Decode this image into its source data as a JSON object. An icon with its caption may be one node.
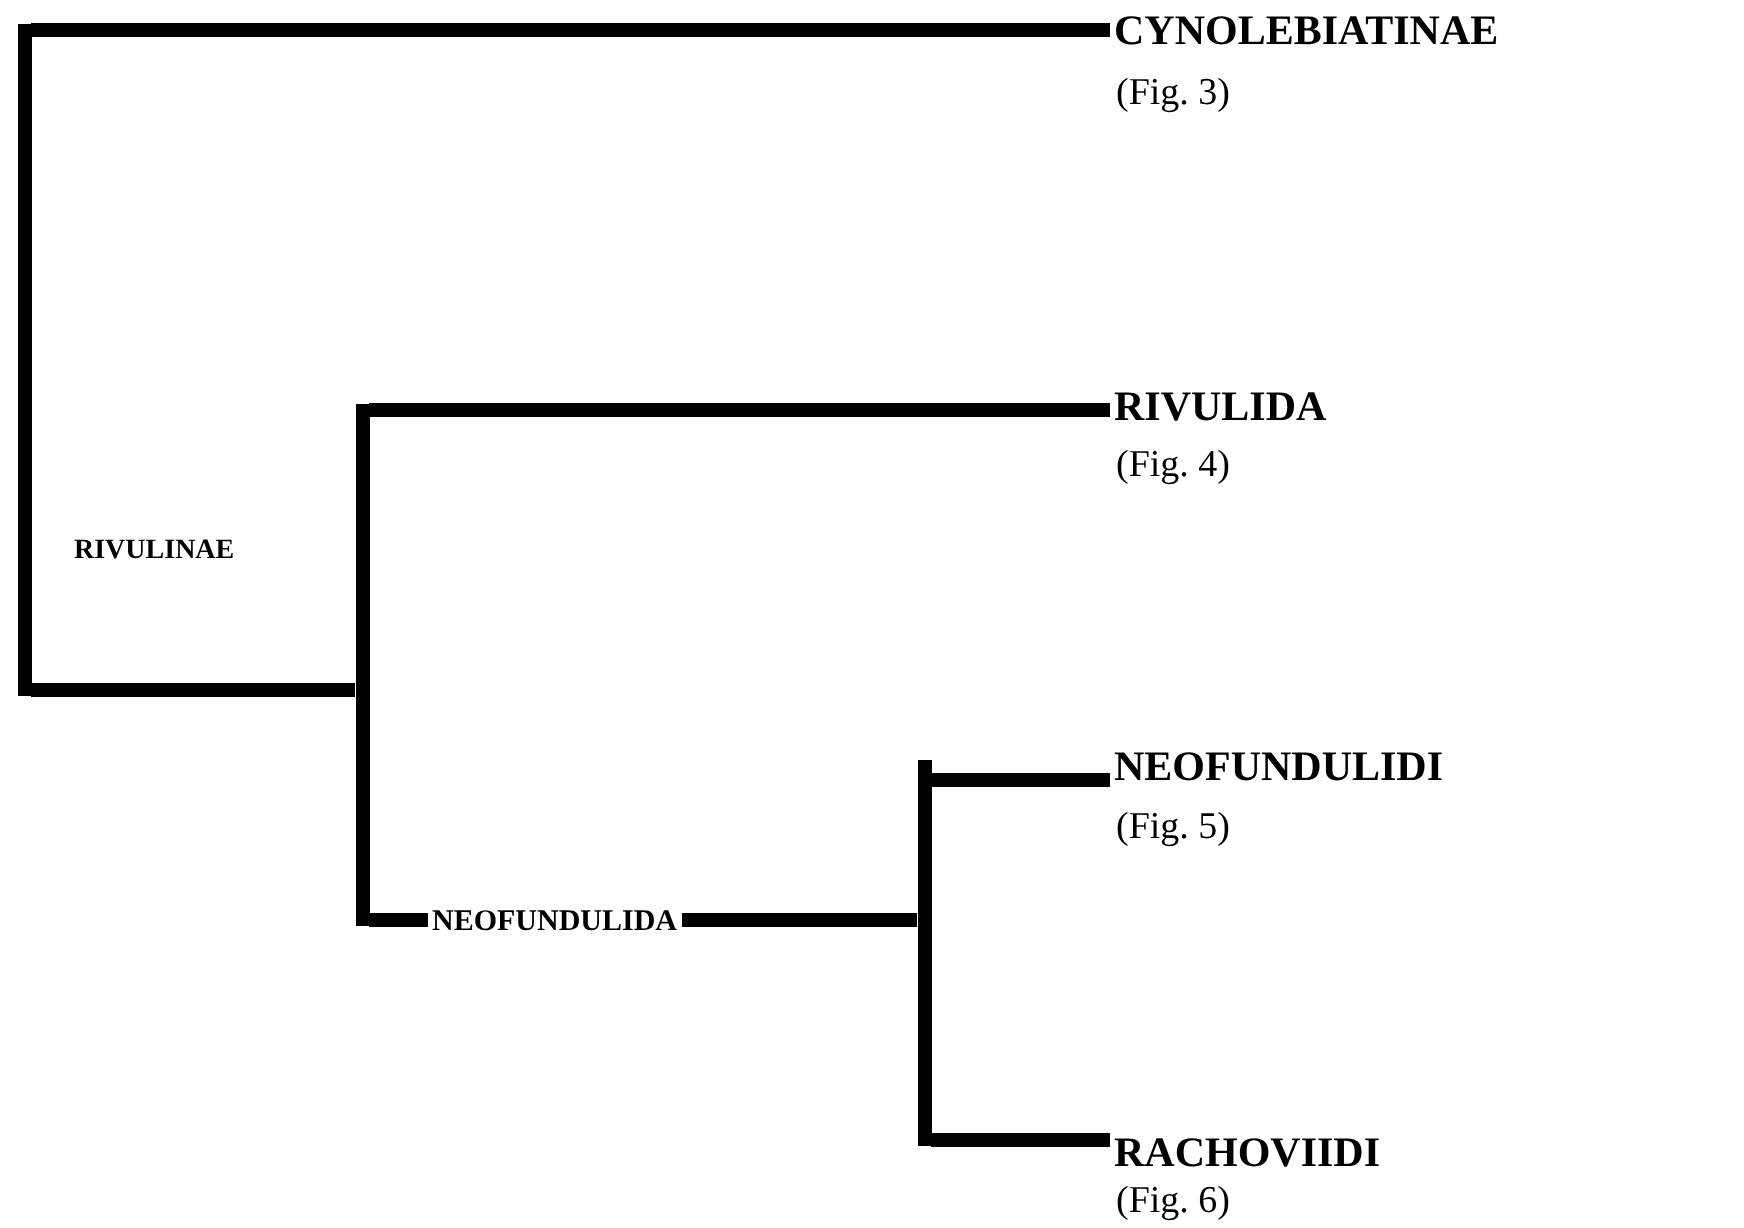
{
  "diagram": {
    "nodes": [
      {
        "text": [
          "CYNOLEBIATINAE"
        ],
        "beside": [
          "(Fig. 3)"
        ]
      },
      {
        "text": [
          "RIVULIDA"
        ],
        "beside": [
          "(Fig. 4)"
        ]
      },
      {
        "text": [
          "NEOFUNDULIDI"
        ],
        "beside": [
          "(Fig. 5)"
        ]
      },
      {
        "text": [
          "RACHOVIIDI"
        ],
        "beside": [
          "(Fig. 6)"
        ]
      },
      {
        "text": [],
        "shape": "bar"
      },
      {
        "text": [],
        "shape": "bar"
      },
      {
        "text": [],
        "shape": "bar"
      }
    ],
    "edges": [
      {
        "from": 4,
        "to": 0,
        "arrow": "none"
      },
      {
        "from": 4,
        "to": 5,
        "arrow": "none",
        "label": "RIVULINAE"
      },
      {
        "from": 5,
        "to": 1,
        "arrow": "none"
      },
      {
        "from": 5,
        "to": 6,
        "arrow": "none",
        "label": "NEOFUNDULIDA"
      },
      {
        "from": 6,
        "to": 2,
        "arrow": "none"
      },
      {
        "from": 6,
        "to": 3,
        "arrow": "none"
      }
    ]
  }
}
